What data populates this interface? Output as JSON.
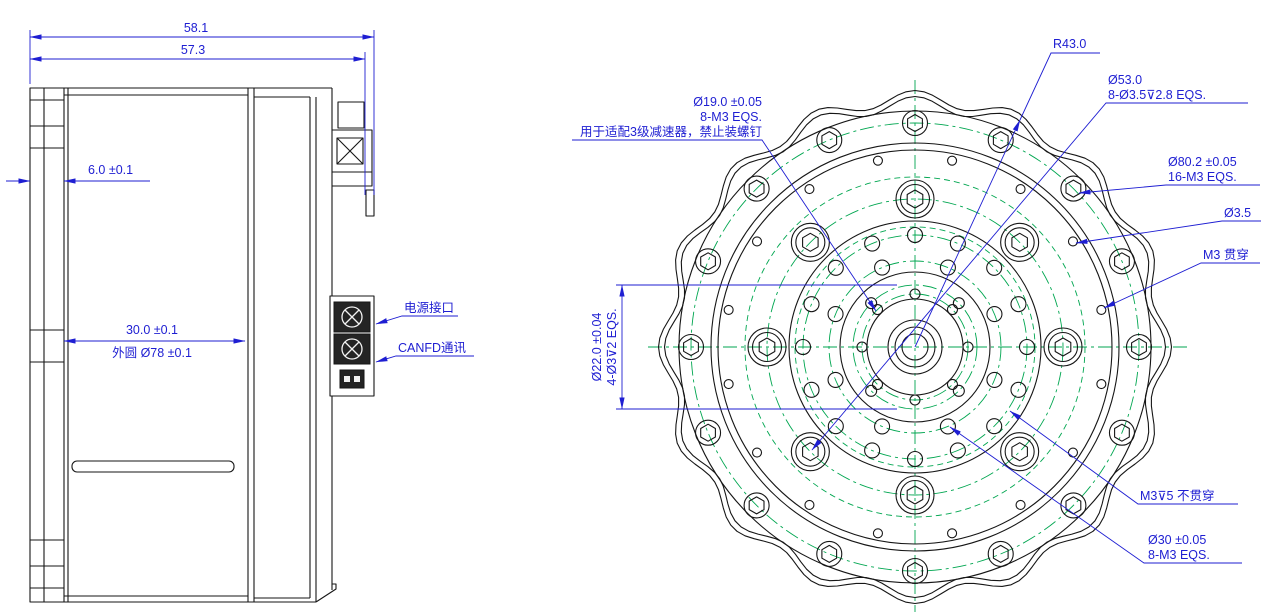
{
  "colors": {
    "outline": "#161616",
    "dimension_blue": "#1e1ed2",
    "centerline_green": "#00a650"
  },
  "side_view": {
    "dim_width_total": "58.1",
    "dim_width_body": "57.3",
    "dim_flange": "6.0 ±0.1",
    "dim_depth_line1": "30.0 ±0.1",
    "dim_depth_line2": "外圆 Ø78 ±0.1",
    "label_power": "电源接口",
    "label_canfd": "CANFD通讯"
  },
  "front_view": {
    "r43": "R43.0",
    "d53_line1": "Ø53.0",
    "d53_line2": "8-Ø3.5⊽2.8 EQS.",
    "d19_line1": "Ø19.0 ±0.05",
    "d19_line2": "8-M3 EQS.",
    "d19_line3": "用于适配3级减速器，禁止装螺钉",
    "d80_line1": "Ø80.2 ±0.05",
    "d80_line2": "16-M3 EQS.",
    "d35": "Ø3.5",
    "m3_through": "M3 贯穿",
    "d22_line1": "Ø22.0 ±0.04",
    "d22_line2": "4-Ø3⊽2 EQS.",
    "m3_blind": "M3⊽5 不贯穿",
    "d30_line1": "Ø30 ±0.05",
    "d30_line2": "8-M3 EQS."
  }
}
